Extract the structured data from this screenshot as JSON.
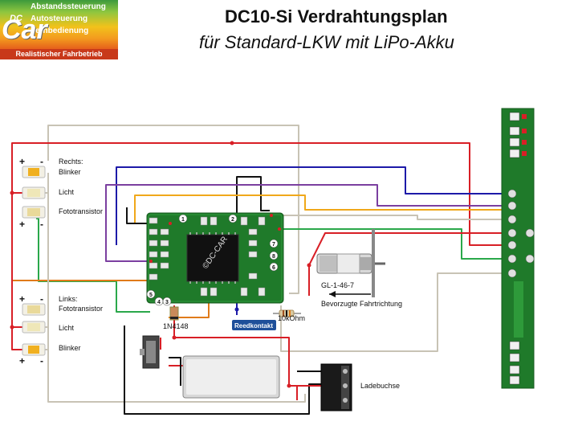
{
  "logo": {
    "line1": "Abstandssteuerung",
    "line2": "Autosteuerung",
    "line3": "Fernbedienung",
    "dc": "DC",
    "car": "Car",
    "bottom": "Realistischer Fahrbetrieb"
  },
  "title": {
    "main": "DC10-Si Verdrahtungsplan",
    "sub": "für Standard-LKW mit LiPo-Akku"
  },
  "labels": {
    "rechts_blinker_1": "Rechts:",
    "rechts_blinker_2": "Blinker",
    "licht_top": "Licht",
    "fototransistor_top": "Fototransistor",
    "links_1": "Links:",
    "links_2": "Fototransistor",
    "licht_bottom": "Licht",
    "blinker_bottom": "Blinker",
    "diode": "1N4148",
    "reedkontakt": "Reedkontakt",
    "resistor": "10kOhm",
    "motor": "GL-1-46-7",
    "direction": "Bevorzugte  Fahrtrichtung",
    "ladebuchse": "Ladebuchse",
    "chip": "©DC-CAR",
    "plus": "+",
    "minus": "-"
  },
  "pads": [
    "1",
    "2",
    "7",
    "8",
    "6",
    "5",
    "4",
    "3"
  ],
  "colors": {
    "red": "#d81f26",
    "black": "#111111",
    "blue": "#1d1aa8",
    "purple": "#7b3fa0",
    "yellow": "#f0a81a",
    "green": "#2aa84a",
    "orange": "#e07b1a",
    "grey": "#c8c3b5",
    "pcb": "#1f7a2a"
  }
}
